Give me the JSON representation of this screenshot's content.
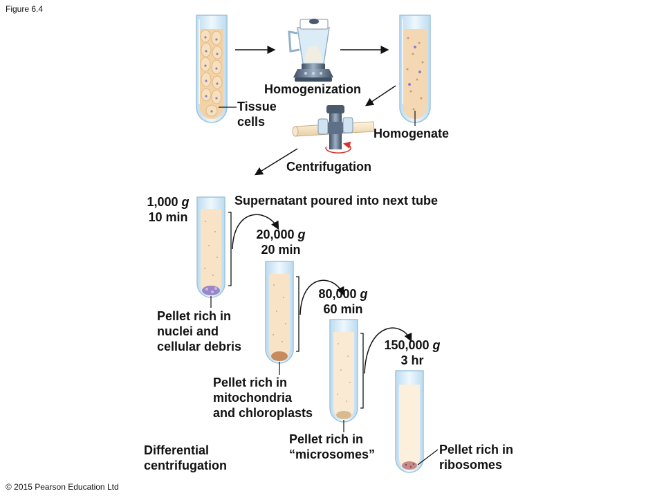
{
  "figure_label": "Figure 6.4",
  "copyright": "© 2015 Pearson Education Ltd",
  "labels": {
    "homogenization": "Homogenization",
    "tissue_cells": [
      "Tissue",
      "cells"
    ],
    "homogenate": "Homogenate",
    "centrifugation": "Centrifugation",
    "supernatant": "Supernatant poured into next tube",
    "differential": [
      "Differential",
      "centrifugation"
    ]
  },
  "spins": [
    {
      "force": "1,000",
      "unit": "g",
      "time": "10 min",
      "pellet": [
        "Pellet rich in",
        "nuclei and",
        "cellular debris"
      ]
    },
    {
      "force": "20,000",
      "unit": "g",
      "time": "20 min",
      "pellet": [
        "Pellet rich in",
        "mitochondria",
        "and chloroplasts"
      ]
    },
    {
      "force": "80,000",
      "unit": "g",
      "time": "60 min",
      "pellet": [
        "Pellet rich in",
        "“microsomes”"
      ]
    },
    {
      "force": "150,000",
      "unit": "g",
      "time": "3 hr",
      "pellet": [
        "Pellet rich in",
        "ribosomes"
      ]
    }
  ],
  "colors": {
    "tube_glass": "#e3f2fb",
    "tube_outline": "#9fc4dc",
    "liquid": "#f8e3c6",
    "cells": "#f3d2a6",
    "pellet": "#c78a5f",
    "nuclei_pellet": "#9a86c8",
    "arrow": "#111111",
    "rotation_arrow": "#d8322d",
    "blender_metal": "#6d7f95"
  }
}
